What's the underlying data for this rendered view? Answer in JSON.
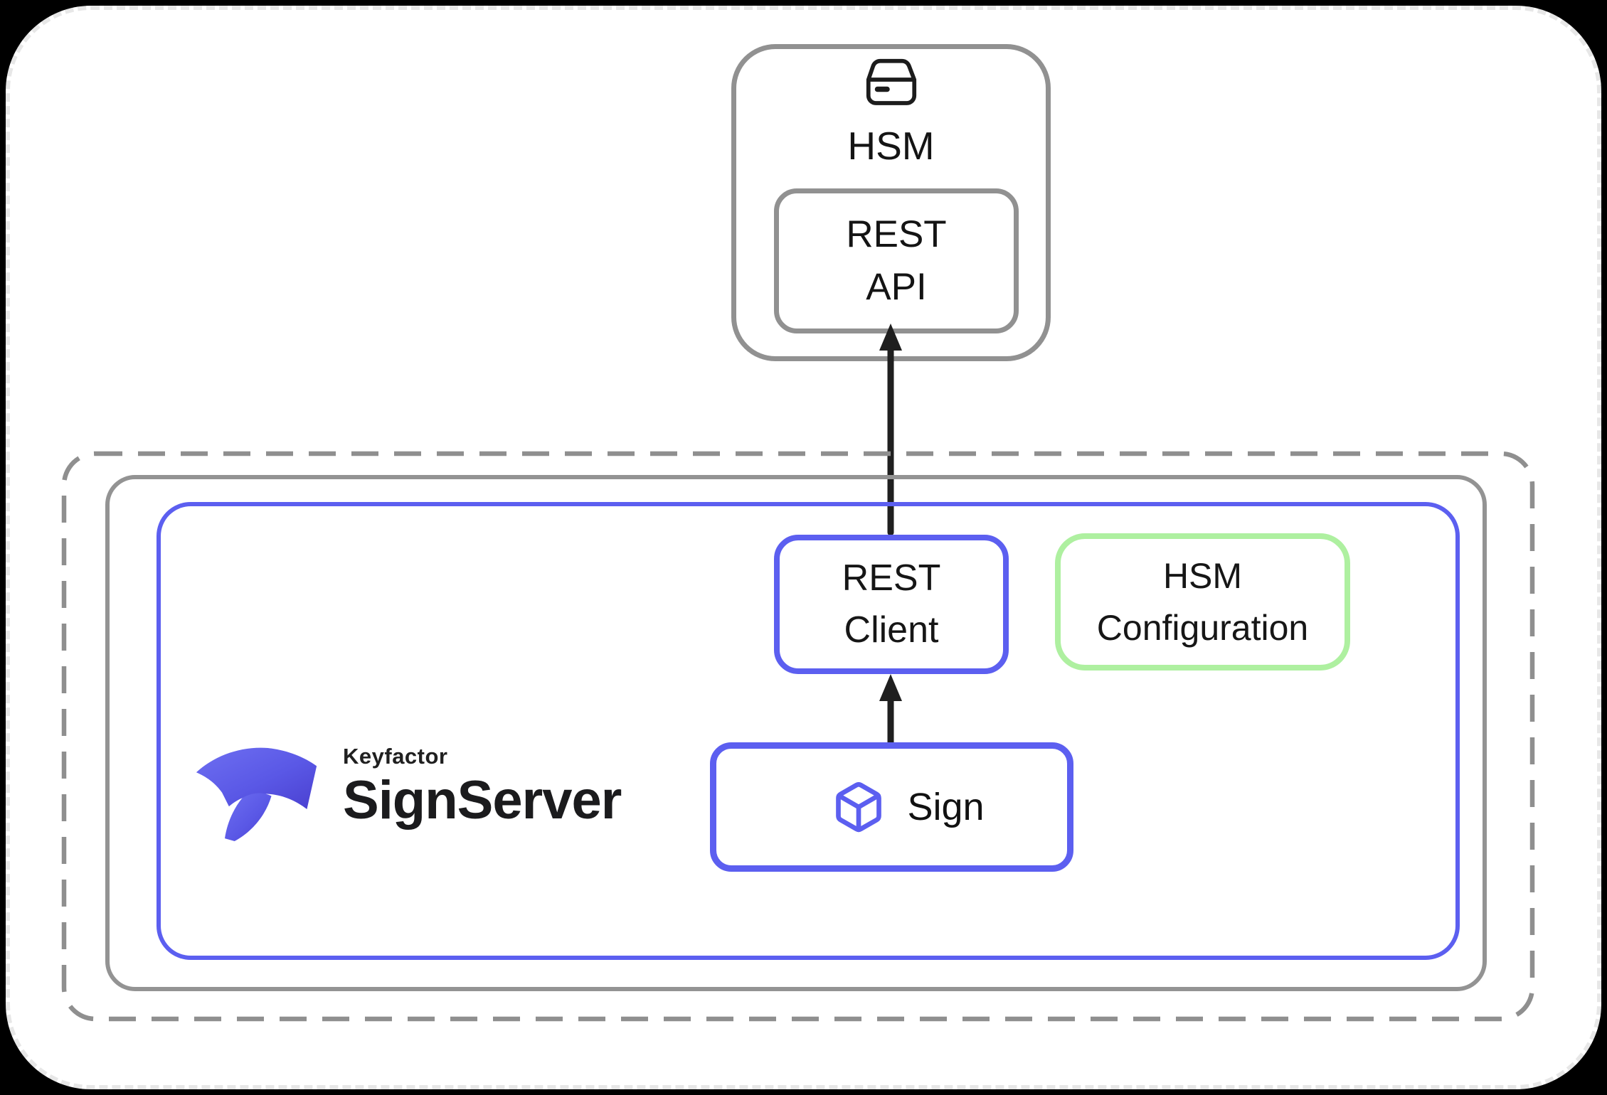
{
  "hsm_unit": {
    "title": "HSM",
    "icon": "drive-icon",
    "rest_api": {
      "line1": "REST",
      "line2": "API"
    }
  },
  "signserver_platform": {
    "brand": {
      "company": "Keyfactor",
      "product": "SignServer",
      "logo_icon": "keyfactor-ribbon-logo"
    },
    "rest_client": {
      "line1": "REST",
      "line2": "Client"
    },
    "hsm_configuration": {
      "line1": "HSM",
      "line2": "Configuration"
    },
    "sign_worker": {
      "label": "Sign",
      "icon": "cube-icon"
    }
  },
  "connections": [
    {
      "from": "rest-client",
      "to": "hsm-rest-api",
      "direction": "up"
    },
    {
      "from": "sign-worker",
      "to": "rest-client",
      "direction": "up"
    }
  ],
  "colors": {
    "accent_blue": "#5c5ff0",
    "accent_green": "#aef0a0",
    "border_gray": "#919191",
    "arrow_black": "#1f1f1f",
    "page_background": "#ffffff",
    "outer_background": "#000000"
  }
}
